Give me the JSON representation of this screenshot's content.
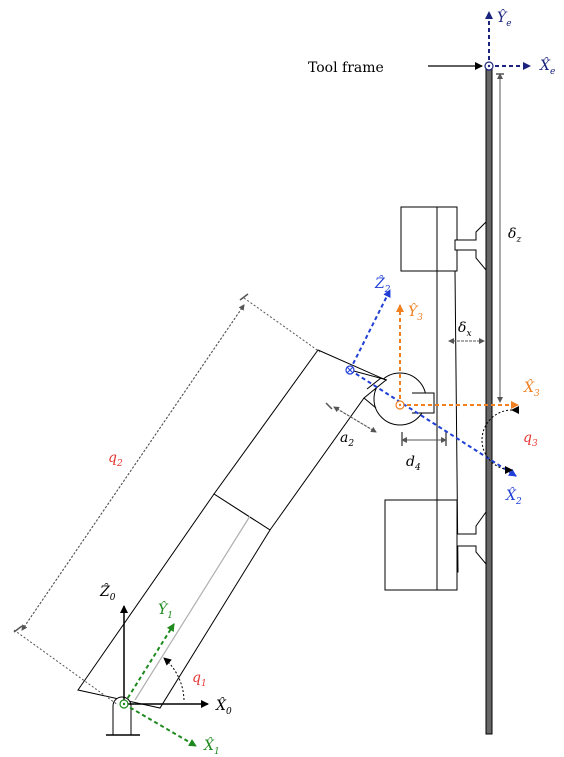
{
  "labels": {
    "tool_frame": "Tool frame",
    "ye": "Ŷ",
    "ye_sub": "e",
    "xe": "X̂",
    "xe_sub": "e",
    "delta_z": "δ",
    "delta_z_sub": "z",
    "delta_x": "δ",
    "delta_x_sub": "x",
    "z2": "Ẑ",
    "z2_sub": "2",
    "y3": "Ŷ",
    "y3_sub": "3",
    "x3": "X̂",
    "x3_sub": "3",
    "x2": "X̂",
    "x2_sub": "2",
    "q1": "q",
    "q1_sub": "1",
    "q2": "q",
    "q2_sub": "2",
    "q3": "q",
    "q3_sub": "3",
    "a2": "a",
    "a2_sub": "2",
    "d4": "d",
    "d4_sub": "4",
    "z0": "Ẑ",
    "z0_sub": "0",
    "x0": "X̂",
    "x0_sub": "0",
    "y1": "Ŷ",
    "y1_sub": "1",
    "x1": "X̂",
    "x1_sub": "1"
  },
  "colors": {
    "black": "#000000",
    "navy": "#1a237e",
    "blue": "#1f3fd6",
    "orange": "#f07f20",
    "green": "#1e8a1e",
    "red": "#e53935",
    "gray": "#666666",
    "light_gray": "#b0b0b0"
  }
}
